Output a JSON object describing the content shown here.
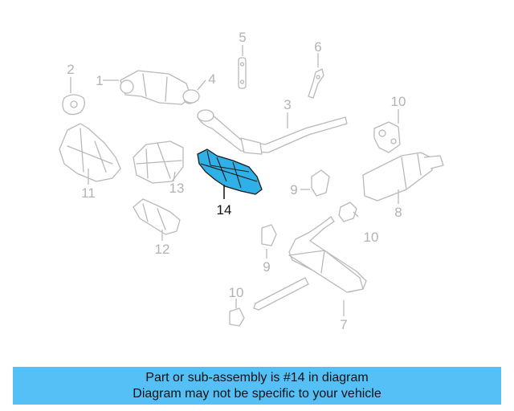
{
  "diagram": {
    "highlight_color": "#2fb1e8",
    "callouts": [
      "1",
      "2",
      "3",
      "4",
      "5",
      "6",
      "7",
      "8",
      "9",
      "9",
      "10",
      "10",
      "10",
      "11",
      "12",
      "13",
      "14"
    ],
    "highlighted_callout": "14"
  },
  "caption": {
    "background_color": "#55c0f5",
    "line1": "Part or sub-assembly is #14 in diagram",
    "line2": "Diagram may not be specific to your vehicle"
  }
}
